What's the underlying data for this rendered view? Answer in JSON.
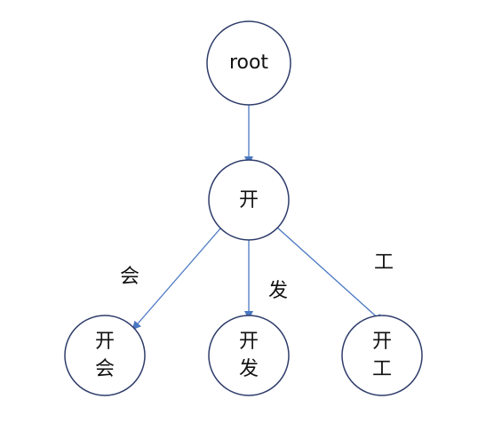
{
  "nodes": {
    "root": {
      "label": "root"
    },
    "kai": {
      "label": "开"
    },
    "kaihui": {
      "line1": "开",
      "line2": "会"
    },
    "kaifa": {
      "line1": "开",
      "line2": "发"
    },
    "kaigong": {
      "line1": "开",
      "line2": "工"
    }
  },
  "edges": {
    "kai_hui": {
      "label": "会"
    },
    "kai_fa": {
      "label": "发"
    },
    "kai_gong": {
      "label": "工"
    }
  },
  "colors": {
    "node_stroke": "#2f3d6b",
    "edge": "#4a78c2",
    "text": "#111111"
  }
}
